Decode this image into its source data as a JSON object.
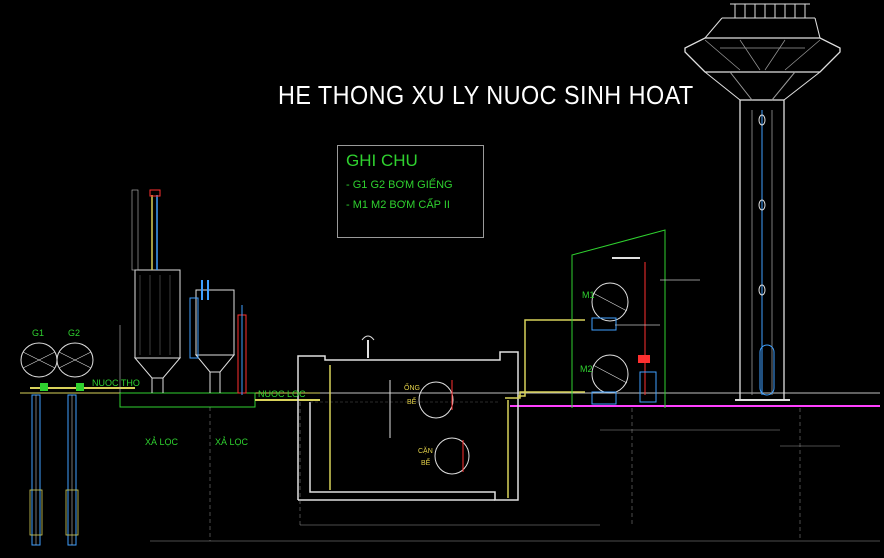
{
  "title": "HE THONG XU LY NUOC SINH HOAT",
  "legend": {
    "heading": "GHI CHU",
    "line1": "- G1 G2 BƠM GIẾNG",
    "line2": "- M1 M2 BƠM CẤP II"
  },
  "labels": {
    "g1": "G1",
    "g2": "G2",
    "nuoc_tho": "NUOC THO",
    "nuoc_loc": "NUOC LOC",
    "xa_loc_1": "XẢ LỌC",
    "xa_loc_2": "XẢ LỌC",
    "m1": "M1",
    "m2": "M2",
    "ong_be_line1": "ỐNG",
    "ong_be_line2": "BỂ",
    "can_be_line1": "CẶN",
    "can_be_line2": "BỂ"
  },
  "colors": {
    "background": "#000000",
    "primary_text": "#2fd12f",
    "title": "#ffffff",
    "pipe_yellow": "#d8d25a",
    "pipe_blue": "#3fa0ff",
    "pipe_red": "#ff3030",
    "structure_white": "#e0e0e0",
    "ground_magenta": "#ff40ff"
  }
}
